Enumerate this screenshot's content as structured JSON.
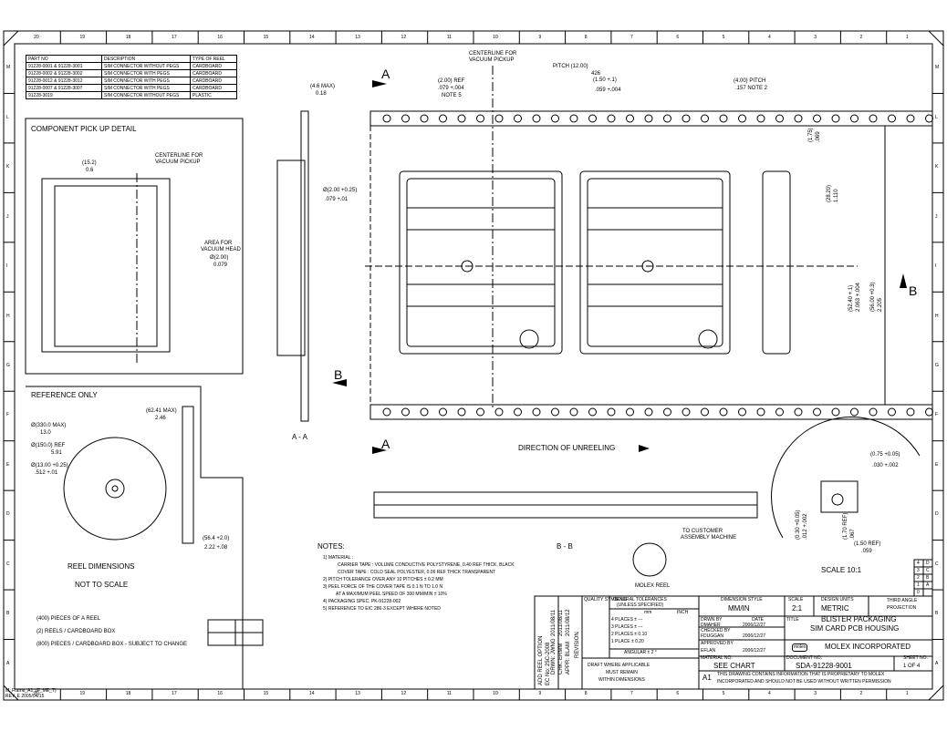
{
  "border": {
    "col_numbers": [
      "20",
      "19",
      "18",
      "17",
      "16",
      "15",
      "14",
      "13",
      "12",
      "11",
      "10",
      "9",
      "8",
      "7",
      "6",
      "5",
      "4",
      "3",
      "2",
      "1"
    ],
    "row_letters": [
      "M",
      "L",
      "K",
      "J",
      "I",
      "H",
      "G",
      "F",
      "E",
      "D",
      "C",
      "B",
      "A"
    ]
  },
  "parts_table": {
    "headers": [
      "PART NO",
      "DESCRIPTION",
      "TYPE OF REEL"
    ],
    "rows": [
      [
        "91228-0001 & 91228-3001",
        "SIM CONNECTOR WITHOUT PEGS",
        "CARDBOARD"
      ],
      [
        "91228-0002 & 91228-3002",
        "SIM CONNECTOR WITH PEGS",
        "CARDBOARD"
      ],
      [
        "91228-0012 & 91228-3012",
        "SIM CONNECTOR WITH PEGS",
        "CARDBOARD"
      ],
      [
        "91228-0007 & 91228-3007",
        "SIM CONNECTOR WITH PEGS",
        "CARDBOARD"
      ],
      [
        "91228-3019",
        "SIM CONNECTOR WITHOUT PEGS",
        "PLASTIC"
      ]
    ]
  },
  "pickup_detail": {
    "title": "COMPONENT PICK UP DETAIL",
    "dim_152": "(15.2)",
    "dim_06": "0.6",
    "centerline": "CENTERLINE FOR",
    "centerline2": "VACUUM PICKUP",
    "area1": "AREA FOR",
    "area2": "VACUUM HEAD",
    "dia": "Ø(2.00)",
    "dia_in": "0.079"
  },
  "reference": {
    "title": "REFERENCE ONLY",
    "d1": "Ø(330.0 MAX)",
    "d1b": "13.0",
    "d2": "Ø(150.0) REF",
    "d2b": "5.91",
    "d3": "Ø(13.00 +0.25)",
    "d3b": ".512 +.01",
    "max": "(62.41 MAX)",
    "max_in": "2.46",
    "w": "(56.4 +2.0)",
    "w_in": "2.22 +.08",
    "reel_dim": "REEL DIMENSIONS",
    "not_scale": "NOT TO SCALE",
    "n1": "(400) PIECES OF A REEL",
    "n2": "(2) REELS / CARDBOARD BOX",
    "n3": "(800) PIECES / CARDBOARD BOX - SUBJECT TO CHANGE"
  },
  "main_view": {
    "centerline": "CENTERLINE FOR",
    "centerline2": "VACUUM PICKUP",
    "pitch": "PITCH (12.00)",
    "d_426": "426",
    "d_150": "(1.50 +.1)",
    "d_059": ".059 +.004",
    "d_200": "(2.00) REF",
    "d_079": ".079 +.004",
    "note5": "NOTE 5",
    "d_400": "(4.00) PITCH",
    "d_157": ".157 NOTE 2",
    "d_46": "(4.6 MAX)",
    "d_18": "0.18",
    "d_175": "(1.75)",
    "d_069": ".069",
    "d_2820": "(28.20)",
    "d_1110": "1.110",
    "d_5240": "(52.40 +.1)",
    "d_2063": "2.063 +.004",
    "d_5600": "(56.00 +0.3)",
    "d_2205": "2.205",
    "dia200": "Ø(2.00 +0.25)",
    "dia079": ".079 +.01",
    "a_label": "A",
    "b_label": "B",
    "aa": "A - A",
    "bb": "B - B",
    "direction": "DIRECTION OF UNREELING",
    "customer1": "TO CUSTOMER",
    "customer2": "ASSEMBLY MACHINE",
    "molex_reel": "MOLEX REEL",
    "r075": "(0.75 +0.05)",
    "r030": ".030 +.002",
    "d_030": "(0.30 +0.05)",
    "d_012": ".012 +.002",
    "d_170": "(1.70 REF)",
    "d_067": ".067",
    "d_150b": "(1.50 REF)",
    "d_059b": ".059",
    "scale": "SCALE 10:1"
  },
  "notes": {
    "title": "NOTES:",
    "lines": [
      "1) MATERIAL :",
      "CARRIER TAPE : VOLUME CONDUCTIVE POLYSTYRENE, 0.40 REF THICK, BLACK",
      "COVER TAPE  : COLD SEAL POLYESTER, 0.06 REF THICK TRANSPARENT",
      "2) PITCH TOLERANCE OVER ANY 10 PITCHES ± 0.2 MM",
      "3) PEEL FORCE OF THE COVER TAPE IS 0.1 N TO 1.0 N",
      "AT A MAXIMUM PEEL SPEED OF 300 MM/MIN ± 10%",
      "4) PACKAGING SPEC. PK-91228-002",
      "5) REFERENCE TO EIC 286-3 EXCEPT WHERE NOTED"
    ]
  },
  "revision": {
    "rev": "ADD REEL OPTION",
    "ec": "EC No: 25C-2008",
    "drawn": "DRWN: JWNG",
    "chk": "CHK: ERMM",
    "apr": "APPR: BLAM",
    "date1": "2011/08/11",
    "date2": "2011/08/11",
    "date3": "2011/08/12",
    "revision_label": "REVISION"
  },
  "title_block": {
    "quality": "QUALITY SYMBOLS",
    "gen_tol": "GENERAL TOLERANCES",
    "unless": "(UNLESS SPECIFIED)",
    "mm": "mm",
    "inch": "INCH",
    "places4": "4 PLACES ± ---",
    "places3": "3 PLACES ± ---",
    "places2": "2 PLACES ± 0.10",
    "places1": "1 PLACE ± 0.20",
    "angular": "ANGULAR ± 2 °",
    "draft": "DRAFT WHERE APPLICABLE",
    "must": "MUST REMAIN",
    "within": "WITHIN DIMENSIONS",
    "dim_style": "DIMENSION STYLE",
    "mmin": "MM/IN",
    "scale_l": "SCALE",
    "scale_v": "2:1",
    "design_units": "DESIGN UNITS",
    "metric": "METRIC",
    "third": "THIRD ANGLE",
    "projection": "PROJECTION",
    "drwn": "DRWN BY",
    "drwn_name": "DMAHER",
    "date_l": "DATE",
    "drwn_date": "2006/12/27",
    "chk_by": "CHECKED BY",
    "chk_name": "FDUGGAN",
    "chk_date": "2006/12/27",
    "apr_by": "APPROVED BY",
    "apr_name": "EFLAN",
    "apr_date": "2006/12/27",
    "title_l": "TITLE",
    "title1": "BLISTER PACKAGING",
    "title2": "SIM CARD PCB HOUSING",
    "company": "MOLEX INCORPORATED",
    "logo": "molex",
    "material_l": "MATERIAL NO.",
    "material": "SEE CHART",
    "doc_l": "DOCUMENT NO.",
    "doc": "SDA-91228-9001",
    "sheet_l": "SHEET NO.",
    "sheet": "1 OF 4",
    "size": "A1",
    "prop1": "THIS DRAWING CONTAINS INFORMATION THAT IS PROPRIETARY TO MOLEX",
    "prop2": "INCORPORATED AND SHOULD NOT BE USED WITHOUT WRITTEN PERMISSION",
    "rev_stack": [
      "4",
      "3",
      "2",
      "1",
      "0"
    ],
    "rev_vals": [
      "D",
      "C",
      "B",
      "A",
      ""
    ],
    "file1": "M_Frame_A1_(F_ME_T)",
    "file2": "REV. E  2005/04/15"
  }
}
